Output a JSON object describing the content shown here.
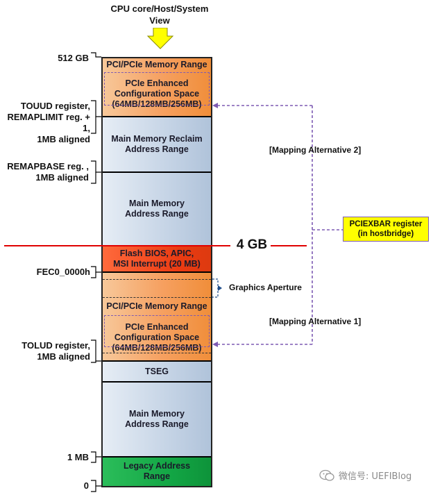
{
  "header": {
    "title_line1": "CPU core/Host/System",
    "title_line2": "View"
  },
  "blocks": {
    "pci_top": "PCI/PCIe Memory Range",
    "pcie_config_top": "PCIe Enhanced\nConfiguration Space\n(64MB/128MB/256MB)",
    "reclaim": "Main Memory Reclaim\nAddress Range",
    "main_upper": "Main Memory\nAddress Range",
    "flash": "Flash BIOS, APIC,\nMSI Interrupt (20 MB)",
    "pci_lower": "PCI/PCIe Memory Range",
    "pcie_config_lower": "PCIe Enhanced\nConfiguration Space\n(64MB/128MB/256MB)",
    "tseg": "TSEG",
    "main_lower": "Main Memory\nAddress Range",
    "legacy": "Legacy Address\nRange"
  },
  "left_labels": {
    "gb512": "512 GB",
    "touud": "TOUUD register,\nREMAPLIMIT reg. + 1,\n1MB aligned",
    "remapbase": "REMAPBASE reg. ,\n1MB aligned",
    "fec0": "FEC0_0000h",
    "tolud": "TOLUD register,\n1MB aligned",
    "mb1": "1 MB",
    "zero": "0"
  },
  "annotations": {
    "four_gb": "4 GB",
    "graphics_aperture": "Graphics Aperture",
    "mapping_alt2": "[Mapping Alternative 2]",
    "mapping_alt1": "[Mapping Alternative 1]",
    "pciexbar": "PCIEXBAR register\n(in hostbridge)"
  },
  "watermark": {
    "text": "微信号: UEFIBlog"
  },
  "colors": {
    "orange": "#f6a060",
    "blue": "#c8d6e7",
    "red": "#ea3b12",
    "green": "#12a544",
    "yellow_box": "#ffff00",
    "arrow_yellow": "#ffff00",
    "dashed_purple": "#7d5ab3",
    "four_gb_line": "#e00000"
  }
}
